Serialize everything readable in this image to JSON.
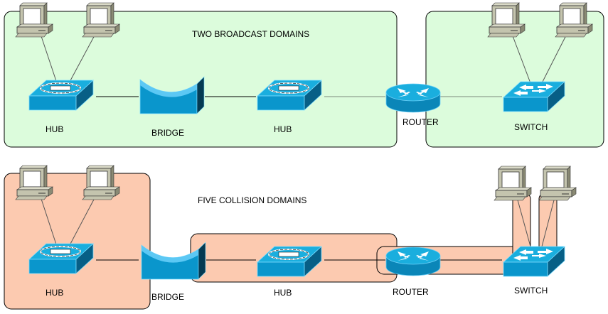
{
  "colors": {
    "broadcast_fill": "#dcfcdc",
    "collision_fill": "#fccab0",
    "device_blue": "#0b96cc",
    "device_light": "#5cc8f4",
    "device_dark": "#064e70",
    "pc_body": "#c4c4ae",
    "link_line": "#000000",
    "link_gray": "#9cb09c"
  },
  "top": {
    "title": "TWO BROADCAST DOMAINS",
    "labels": {
      "hub1": "HUB",
      "bridge": "BRIDGE",
      "hub2": "HUB",
      "router": "ROUTER",
      "switch": "SWITCH"
    }
  },
  "bottom": {
    "title": "FIVE COLLISION DOMAINS",
    "labels": {
      "hub1": "HUB",
      "bridge": "BRIDGE",
      "hub2": "HUB",
      "router": "ROUTER",
      "switch": "SWITCH"
    }
  }
}
